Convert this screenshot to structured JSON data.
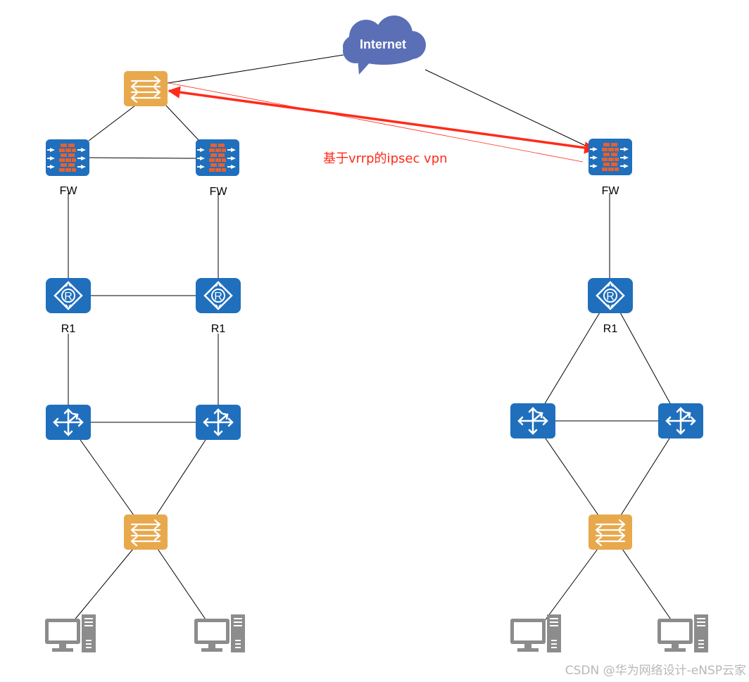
{
  "internet": {
    "label": "Internet"
  },
  "vpn_label": "基于vrrp的ipsec vpn",
  "left_site": {
    "fw1_label": "FW",
    "fw2_label": "FW",
    "r1_label": "R1",
    "r2_label": "R1"
  },
  "right_site": {
    "fw_label": "FW",
    "r_label": "R1"
  },
  "watermark": "CSDN @华为网络设计-eNSP云家",
  "colors": {
    "device_blue": "#1f6fbd",
    "switch_orange": "#e8a84c",
    "firewall_brick": "#e8602c",
    "cloud": "#5b6fb6",
    "vpn_red": "#ff2a1a",
    "pc_gray": "#8c8c8c"
  }
}
